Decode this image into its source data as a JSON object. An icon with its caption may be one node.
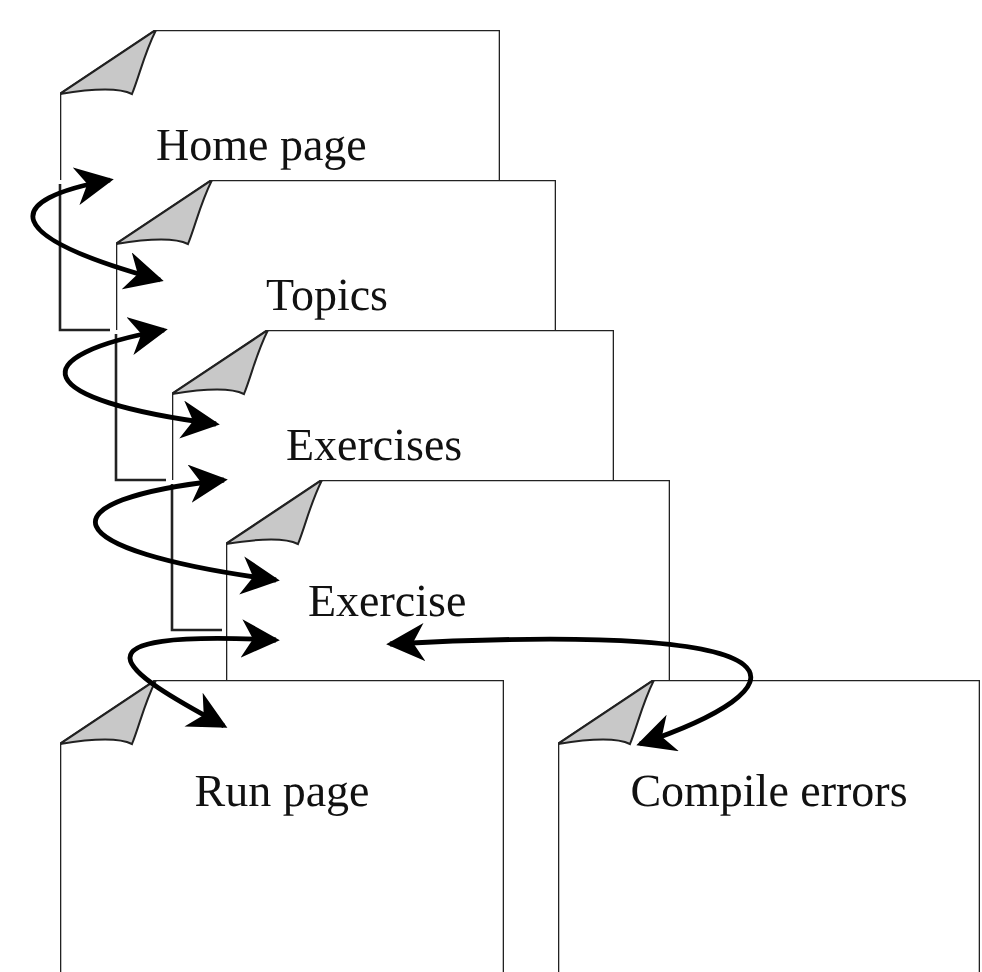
{
  "diagram": {
    "nodes": [
      {
        "text": [
          "Home page"
        ]
      },
      {
        "text": [
          "Topics"
        ]
      },
      {
        "text": [
          "Exercises"
        ]
      },
      {
        "text": [
          "Exercise"
        ]
      },
      {
        "text": [
          "Run page"
        ]
      },
      {
        "text": [
          "Compile errors"
        ]
      }
    ],
    "edges": [
      {
        "from": 0,
        "to": 1,
        "arrow": "both"
      },
      {
        "from": 1,
        "to": 2,
        "arrow": "both"
      },
      {
        "from": 2,
        "to": 3,
        "arrow": "both"
      },
      {
        "from": 3,
        "to": 4,
        "arrow": "both"
      },
      {
        "from": 3,
        "to": 5,
        "arrow": "both"
      }
    ]
  }
}
